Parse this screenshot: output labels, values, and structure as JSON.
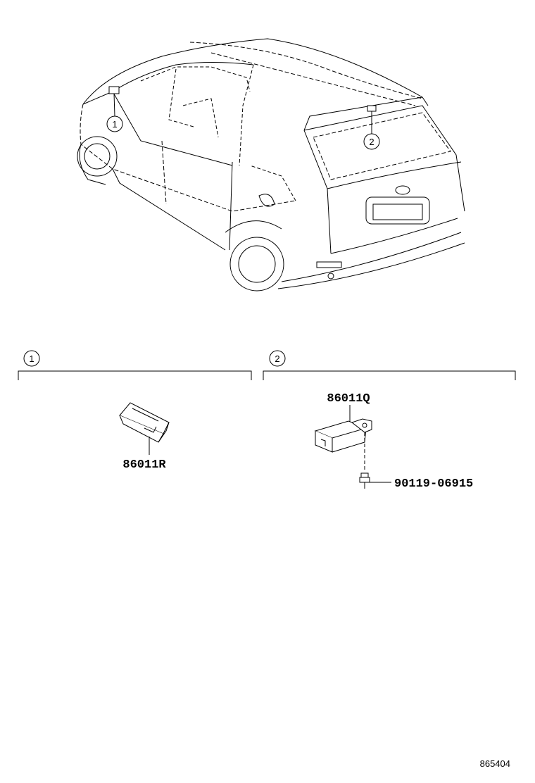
{
  "callouts": {
    "c1": "1",
    "c2": "2"
  },
  "parts": {
    "p1": "86011R",
    "p2": "86011Q",
    "p3": "90119-06915"
  },
  "figure_id": "865404"
}
